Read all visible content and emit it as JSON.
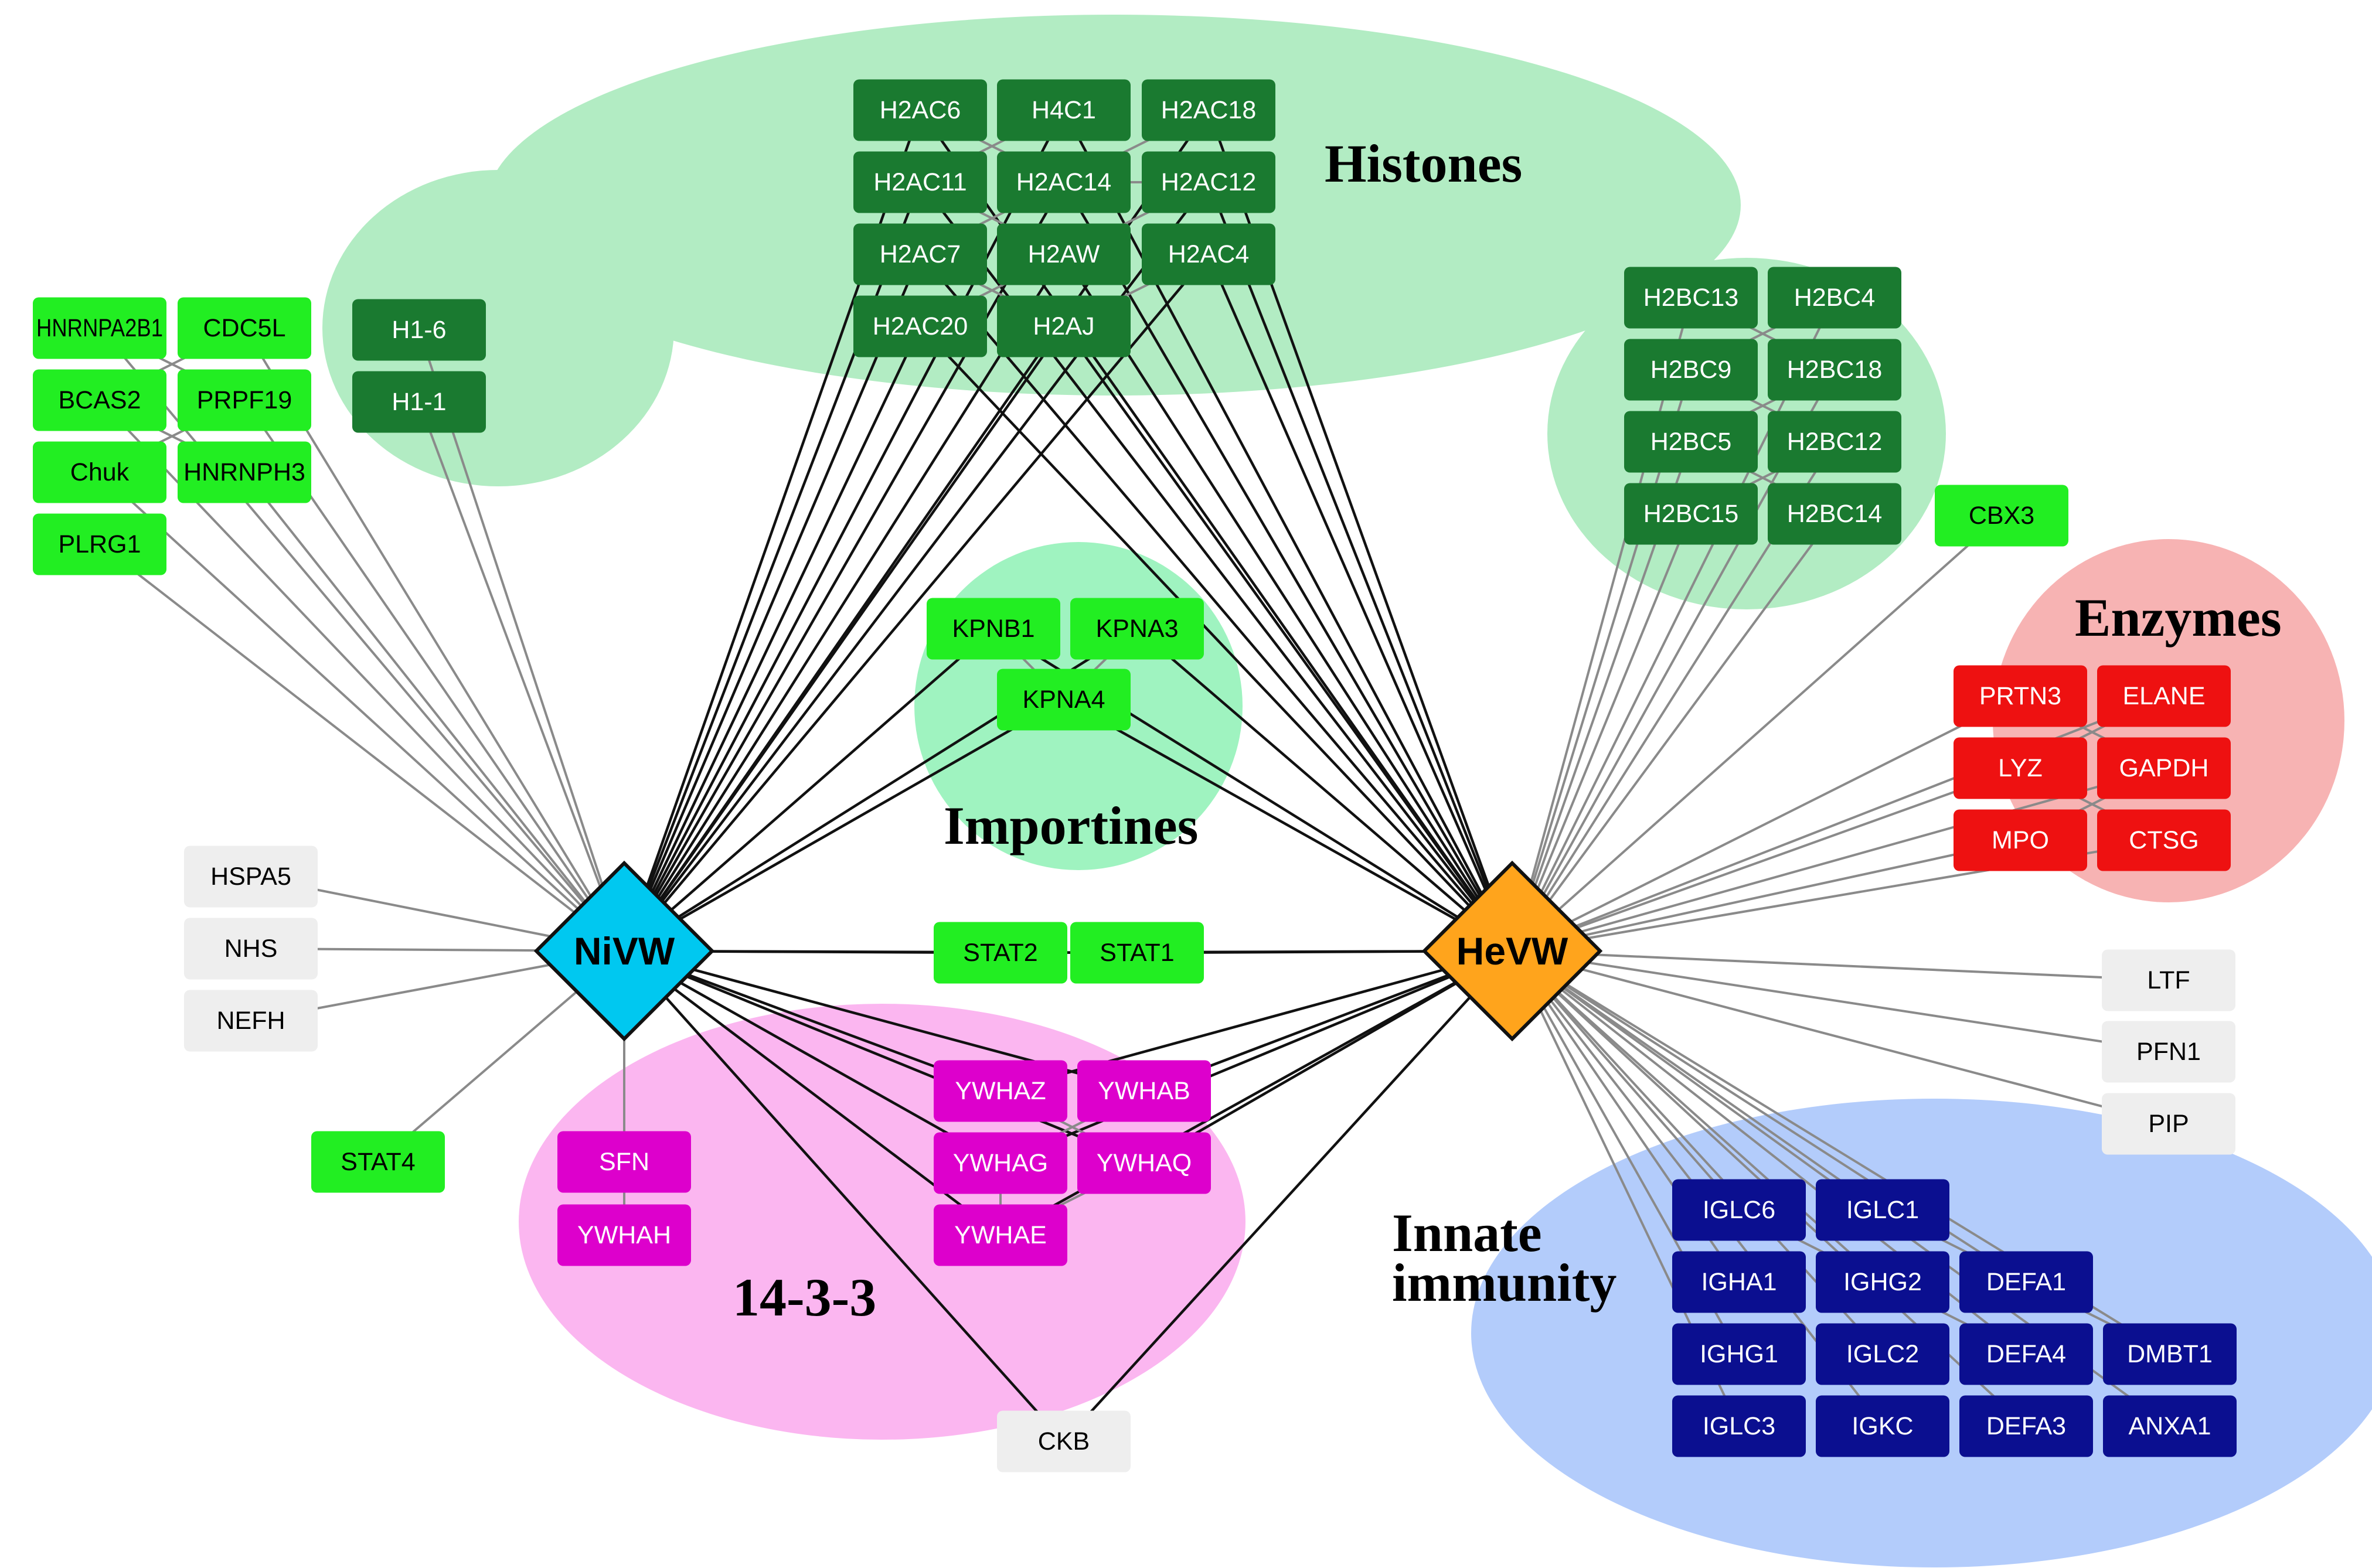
{
  "colors": {
    "light_green": "#22ee22",
    "dark_green": "#1a7a30",
    "red": "#ee1111",
    "magenta": "#dd00cc",
    "navy": "#0b0f90",
    "grey": "#eeeeee",
    "hub_left": "#00c8f0",
    "hub_right": "#ffa41c",
    "bg_histones": "#b2ecc3",
    "bg_importines": "#9ff3c0",
    "bg_enzymes": "#f7b3b3",
    "bg_1433": "#fbb6f0",
    "bg_immunity": "#b3ccfb",
    "edge_black": "#111111",
    "edge_grey": "#8a8a8a"
  },
  "groups": {
    "histones": "Histones",
    "importines": "Importines",
    "enzymes": "Enzymes",
    "g1433": "14-3-3",
    "immunity_line1": "Innate",
    "immunity_line2": "immunity"
  },
  "hubs": {
    "left": "NiVW",
    "right": "HeVW"
  },
  "nodes": {
    "h2ac6": "H2AC6",
    "h4c1": "H4C1",
    "h2ac18": "H2AC18",
    "h2ac11": "H2AC11",
    "h2ac14": "H2AC14",
    "h2ac12": "H2AC12",
    "h2ac7": "H2AC7",
    "h2aw": "H2AW",
    "h2ac4": "H2AC4",
    "h2ac20": "H2AC20",
    "h2aj": "H2AJ",
    "h1_6": "H1-6",
    "h1_1": "H1-1",
    "h2bc13": "H2BC13",
    "h2bc4": "H2BC4",
    "h2bc9": "H2BC9",
    "h2bc18": "H2BC18",
    "h2bc5": "H2BC5",
    "h2bc12": "H2BC12",
    "h2bc15": "H2BC15",
    "h2bc14": "H2BC14",
    "cbx3": "CBX3",
    "hnrnpa2b1": "HNRNPA2B1",
    "cdc5l": "CDC5L",
    "bcas2": "BCAS2",
    "prpf19": "PRPF19",
    "chuk": "Chuk",
    "hnrnph3": "HNRNPH3",
    "plrg1": "PLRG1",
    "kpnb1": "KPNB1",
    "kpna3": "KPNA3",
    "kpna4": "KPNA4",
    "prtn3": "PRTN3",
    "elane": "ELANE",
    "lyz": "LYZ",
    "gapdh": "GAPDH",
    "mpo": "MPO",
    "ctsg": "CTSG",
    "hspa5": "HSPA5",
    "nhs": "NHS",
    "nefh": "NEFH",
    "stat2": "STAT2",
    "stat1": "STAT1",
    "stat4": "STAT4",
    "ltf": "LTF",
    "pfn1": "PFN1",
    "pip": "PIP",
    "ywhaz": "YWHAZ",
    "ywhab": "YWHAB",
    "ywhag": "YWHAG",
    "ywhaq": "YWHAQ",
    "ywhae": "YWHAE",
    "sfn": "SFN",
    "ywhah": "YWHAH",
    "ckb": "CKB",
    "iglc6": "IGLC6",
    "iglc1": "IGLC1",
    "igha1": "IGHA1",
    "ighg2": "IGHG2",
    "defa1": "DEFA1",
    "ighg1": "IGHG1",
    "iglc2": "IGLC2",
    "defa4": "DEFA4",
    "dmbt1": "DMBT1",
    "iglc3": "IGLC3",
    "igkc": "IGKC",
    "defa3": "DEFA3",
    "anxa1": "ANXA1"
  }
}
